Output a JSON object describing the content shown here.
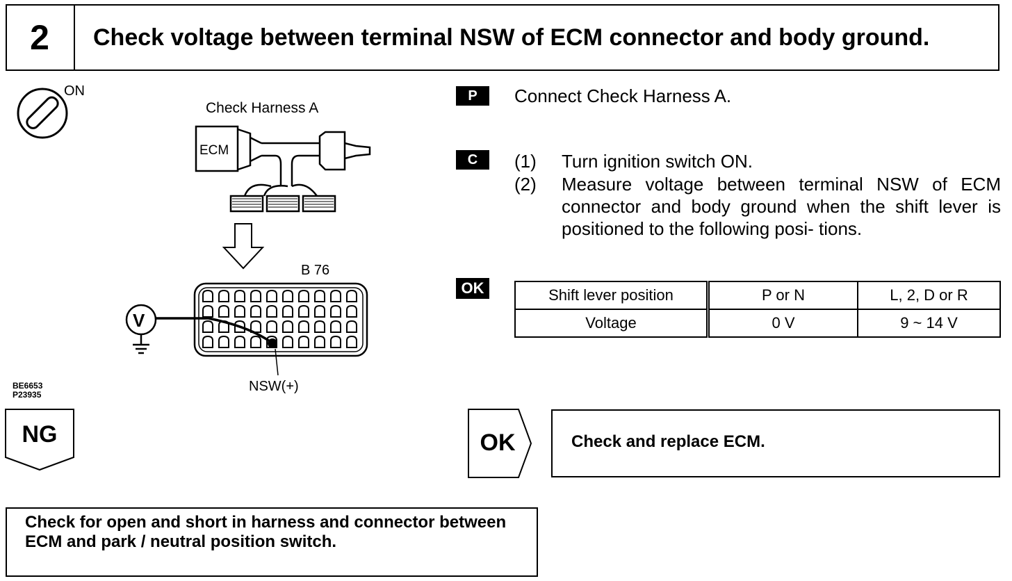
{
  "header": {
    "step_number": "2",
    "title": "Check voltage between terminal NSW of ECM connector and body ground."
  },
  "diagram": {
    "ignition_label": "ON",
    "harness_label": "Check Harness A",
    "ecm_label": "ECM",
    "connector_label": "B 76",
    "terminal_label": "NSW(+)",
    "meter_label": "V",
    "figure_codes": [
      "BE6653",
      "P23935"
    ]
  },
  "procedure": {
    "p_label": "P",
    "p_text": "Connect Check Harness A.",
    "c_label": "C",
    "steps": [
      {
        "num": "(1)",
        "text": "Turn ignition switch ON."
      },
      {
        "num": "(2)",
        "text": "Measure voltage between terminal NSW of ECM connector and body ground when the shift lever is positioned to the following posi- tions."
      }
    ],
    "ok_label": "OK"
  },
  "ok_table": {
    "headers": [
      "Shift lever position",
      "P or N",
      "L, 2, D or R"
    ],
    "rows": [
      [
        "Voltage",
        "0 V",
        "9 ~ 14 V"
      ]
    ]
  },
  "result": {
    "ng_label": "NG",
    "ng_action": "Check for open and short in harness and connector between ECM and park / neutral position switch.",
    "ok_label": "OK",
    "ok_action": "Check and replace ECM."
  }
}
